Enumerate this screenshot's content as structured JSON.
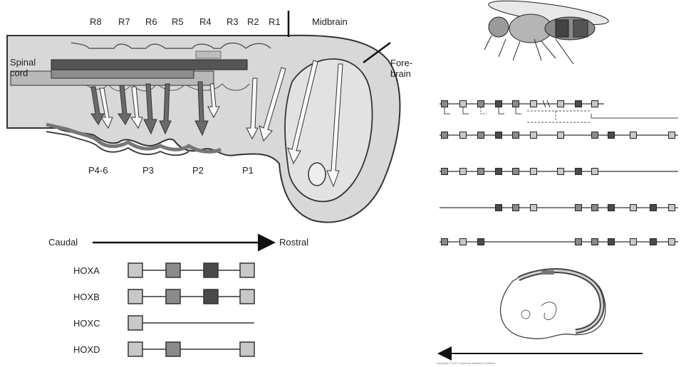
{
  "embryo": {
    "rhombomeres": [
      "R8",
      "R7",
      "R6",
      "R5",
      "R4",
      "R3",
      "R2",
      "R1"
    ],
    "midbrain": "Midbrain",
    "forebrain": [
      "Fore-",
      "brain"
    ],
    "spinal_cord": [
      "Spinal",
      "cord"
    ],
    "arches": [
      "P4-6",
      "P3",
      "P2",
      "P1"
    ]
  },
  "axis": {
    "caudal": "Caudal",
    "rostral": "Rostral"
  },
  "hox_clusters": [
    {
      "name": "HOXA",
      "genes": [
        "light",
        "mid",
        "dark",
        "light"
      ]
    },
    {
      "name": "HOXB",
      "genes": [
        "light",
        "mid",
        "dark",
        "light"
      ]
    },
    {
      "name": "HOXC",
      "genes": [
        "light"
      ]
    },
    {
      "name": "HOXD",
      "genes": [
        "light",
        "mid",
        "",
        "light"
      ]
    }
  ],
  "colors": {
    "light": "#c8c8c8",
    "mid": "#8a8a8a",
    "dark": "#4a4a4a",
    "embryo_fill": "#d8d8d8",
    "bar_dark": "#555555",
    "bar_mid": "#8c8c8c"
  },
  "copyright": "Copyright © 2007 Lippincott Williams & Wilkins"
}
